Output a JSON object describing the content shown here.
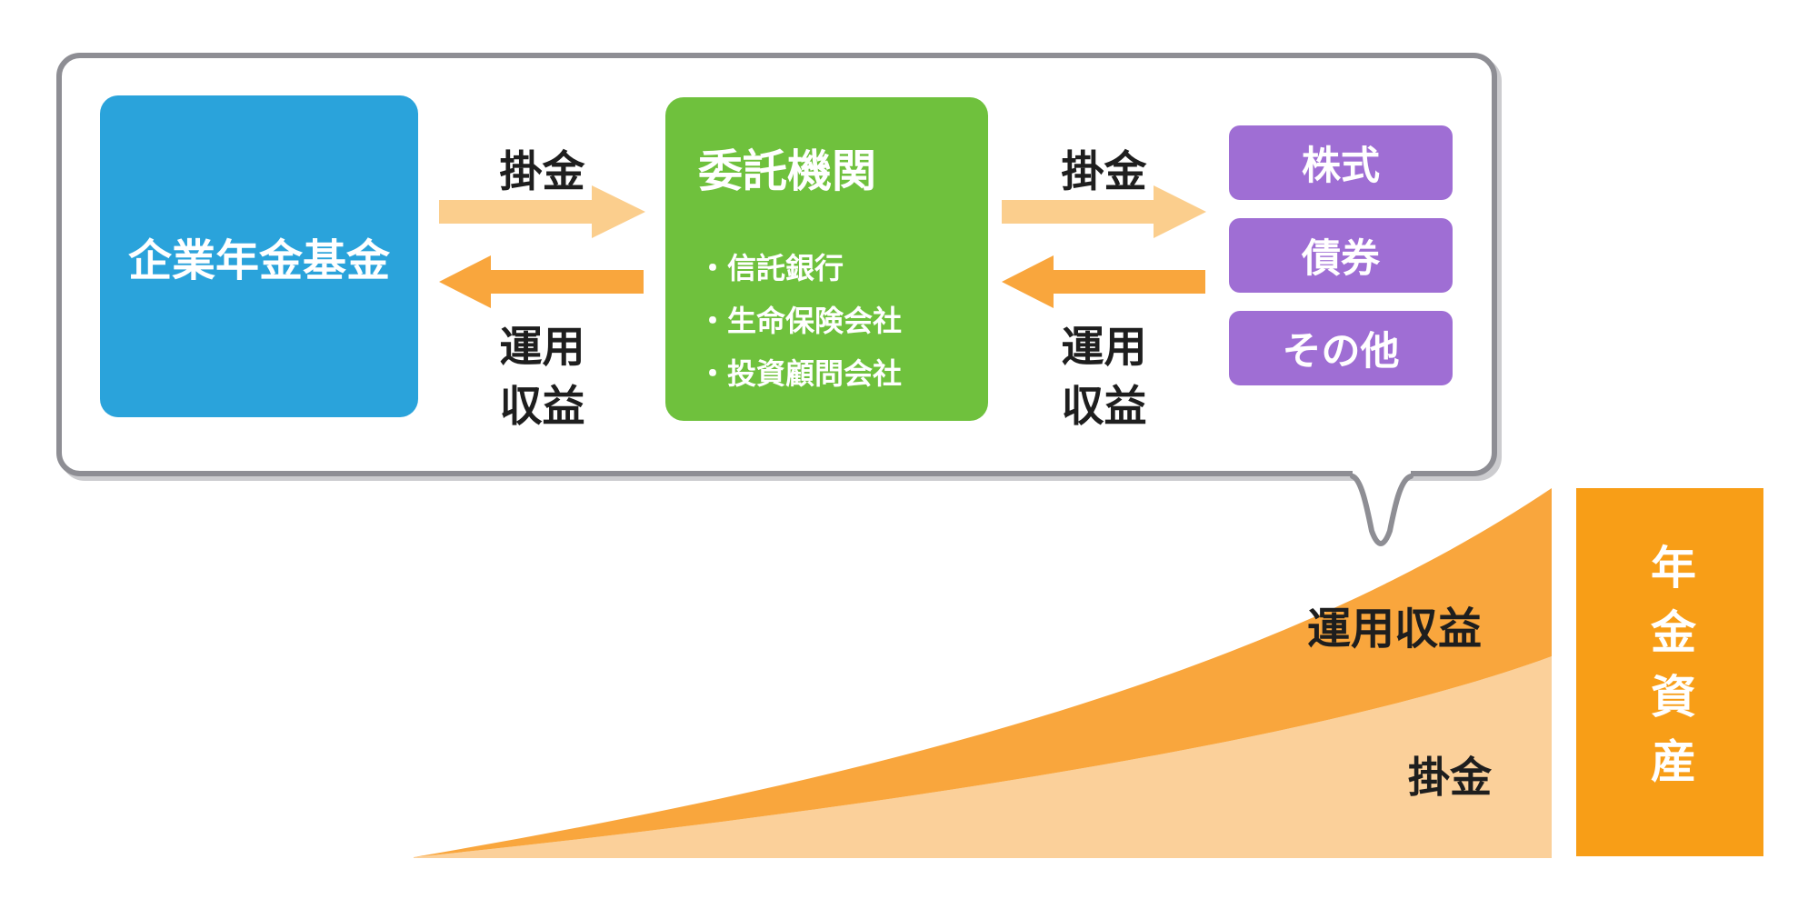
{
  "scene": {
    "bubble": {
      "fund_box": {
        "label": "企業年金基金"
      },
      "flow_left": {
        "forward_label": "掛金",
        "return_label": "運用\n収益"
      },
      "trustee_box": {
        "title": "委託機関",
        "items": [
          "・信託銀行",
          "・生命保険会社",
          "・投資顧問会社"
        ]
      },
      "flow_right": {
        "forward_label": "掛金",
        "return_label": "運用\n収益"
      },
      "asset_class_boxes": [
        "株式",
        "債券",
        "その他"
      ]
    },
    "growth_chart": {
      "upper_area_label": "運用収益",
      "lower_area_label": "掛金"
    },
    "asset_bar": {
      "label": "年金資産"
    },
    "colors": {
      "fund_blue": "#2AA3DB",
      "trustee_green": "#6FC13D",
      "asset_purple": "#9F6ED4",
      "arrow_light": "#FBCE8D",
      "arrow_dark": "#F9A63D",
      "wedge_light": "#FBD09A",
      "wedge_dark": "#F9A63D",
      "asset_bar_orange": "#F89E17",
      "bubble_border_gray": "#8E8E94",
      "label_text": "#1E1E1E"
    }
  }
}
